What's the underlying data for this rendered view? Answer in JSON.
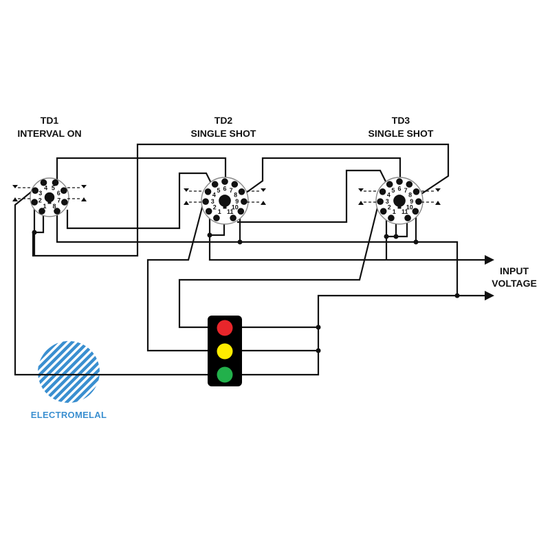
{
  "timers": [
    {
      "id": "TD1",
      "name": "TD1",
      "mode": "INTERVAL ON",
      "pins": [
        "1",
        "2",
        "3",
        "4",
        "5",
        "6",
        "7",
        "8"
      ]
    },
    {
      "id": "TD2",
      "name": "TD2",
      "mode": "SINGLE SHOT",
      "pins": [
        "1",
        "2",
        "3",
        "4",
        "5",
        "6",
        "7",
        "8",
        "9",
        "10",
        "11"
      ]
    },
    {
      "id": "TD3",
      "name": "TD3",
      "mode": "SINGLE SHOT",
      "pins": [
        "1",
        "2",
        "3",
        "4",
        "5",
        "6",
        "7",
        "8",
        "9",
        "10",
        "11"
      ]
    }
  ],
  "input_label": {
    "line1": "INPUT",
    "line2": "VOLTAGE"
  },
  "traffic_light": {
    "lamps": [
      {
        "name": "red",
        "color": "#e8262b"
      },
      {
        "name": "yellow",
        "color": "#ffec00"
      },
      {
        "name": "green",
        "color": "#22b04b"
      }
    ],
    "housing_color": "#000000"
  },
  "logo": {
    "text": "ELECTROMELAL",
    "color": "#3a8fd0"
  }
}
